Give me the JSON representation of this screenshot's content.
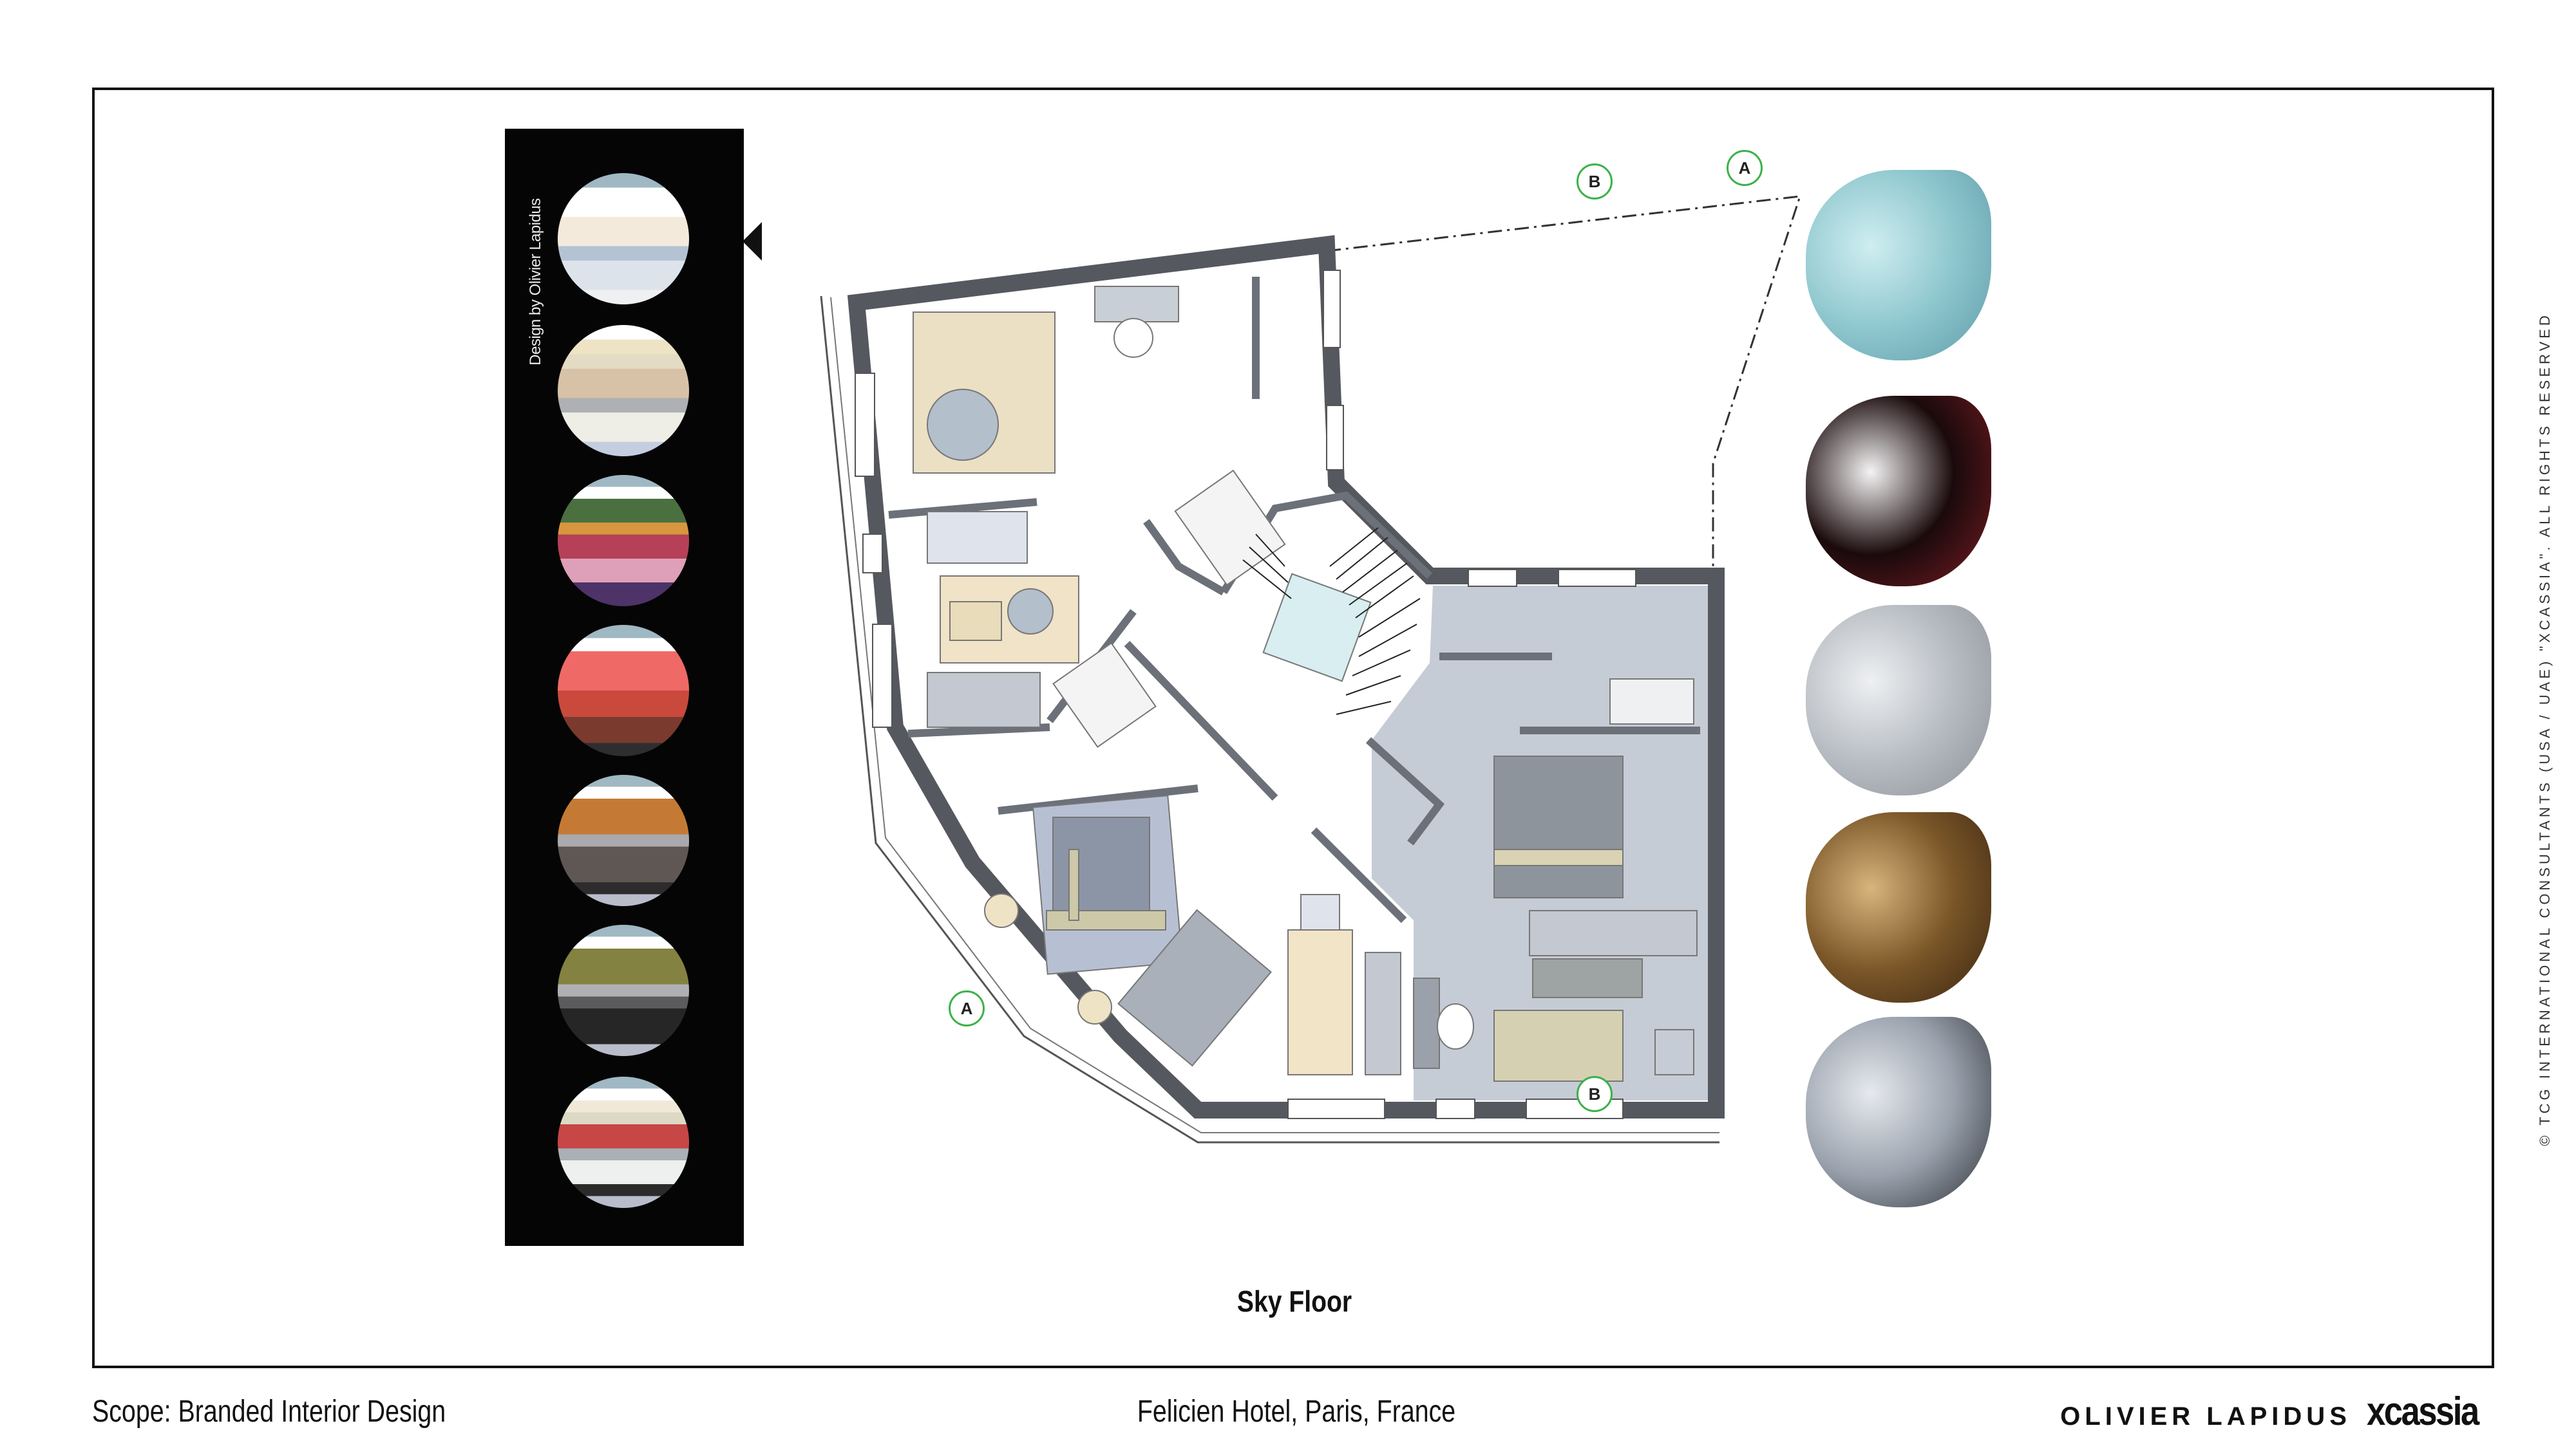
{
  "panel": {
    "credit": "Design by Olivier Lapidus",
    "swatches": [
      {
        "name": "palette-1",
        "stripes": [
          "#9fb8c3",
          "#ffffff",
          "#ffffff",
          "#f3eadb",
          "#f3eadb",
          "#b4c3d4",
          "#dde3ea",
          "#dde3ea",
          "#eef0f2"
        ]
      },
      {
        "name": "palette-2",
        "stripes": [
          "#ffffff",
          "#eee3c4",
          "#e4dbc4",
          "#d7c2a8",
          "#d7c2a8",
          "#aeb0b3",
          "#eeeee6",
          "#eeeee6",
          "#c5cde0"
        ]
      },
      {
        "name": "palette-3",
        "stripes": [
          "#9fb8c3",
          "#ffffff",
          "#4a7040",
          "#4a7040",
          "#d8963e",
          "#b54058",
          "#b54058",
          "#dea0b8",
          "#dea0b8",
          "#4d3368",
          "#4d3368"
        ]
      },
      {
        "name": "palette-4",
        "stripes": [
          "#9fb8c3",
          "#ffffff",
          "#ef6a66",
          "#ef6a66",
          "#ef6a66",
          "#c94a3c",
          "#c94a3c",
          "#7b3a2e",
          "#7b3a2e",
          "#2e2e30"
        ]
      },
      {
        "name": "palette-5",
        "stripes": [
          "#9fb8c3",
          "#ffffff",
          "#c47a34",
          "#c47a34",
          "#c47a34",
          "#a9a9ae",
          "#5f5753",
          "#5f5753",
          "#5f5753",
          "#2d2b2c",
          "#b9bccb"
        ]
      },
      {
        "name": "palette-6",
        "stripes": [
          "#9fb8c3",
          "#ffffff",
          "#838241",
          "#838241",
          "#838241",
          "#b0b0b4",
          "#5b5b5d",
          "#262626",
          "#262626",
          "#262626",
          "#b9bccb"
        ]
      },
      {
        "name": "palette-7",
        "stripes": [
          "#9fb8c3",
          "#ffffff",
          "#f1e9d8",
          "#dcdac4",
          "#c74646",
          "#c74646",
          "#a9b0b6",
          "#eef0f0",
          "#eef0f0",
          "#2b2b2b",
          "#b9bccb"
        ]
      }
    ]
  },
  "plan": {
    "section_marks": [
      "B",
      "A",
      "A",
      "B"
    ],
    "caption": "Sky Floor"
  },
  "photos": [
    {
      "name": "photo-aqua-texture",
      "colors": [
        "#cfeef0",
        "#8fc7cf",
        "#5e9aa6"
      ]
    },
    {
      "name": "photo-red-black-sculpture",
      "colors": [
        "#f4f4f4",
        "#1a0a0c",
        "#7a1c22"
      ]
    },
    {
      "name": "photo-white-bookshelf",
      "colors": [
        "#eef0f2",
        "#b7bcc2",
        "#8b9096"
      ]
    },
    {
      "name": "photo-tufted-leather",
      "colors": [
        "#d7b57c",
        "#7a5628",
        "#3a2410"
      ]
    },
    {
      "name": "photo-grey-interior",
      "colors": [
        "#e6e9ee",
        "#9aa2ad",
        "#2c2f35"
      ]
    }
  ],
  "footer": {
    "scope": "Scope: Branded Interior Design",
    "project": "Felicien Hotel, Paris, France",
    "brand_left": "OLIVIER LAPIDUS",
    "brand_right": "xcassia"
  },
  "copyright": "© TCG INTERNATIONAL CONSULTANTS (USA / UAE) \"XCASSIA\". ALL RIGHTS RESERVED"
}
